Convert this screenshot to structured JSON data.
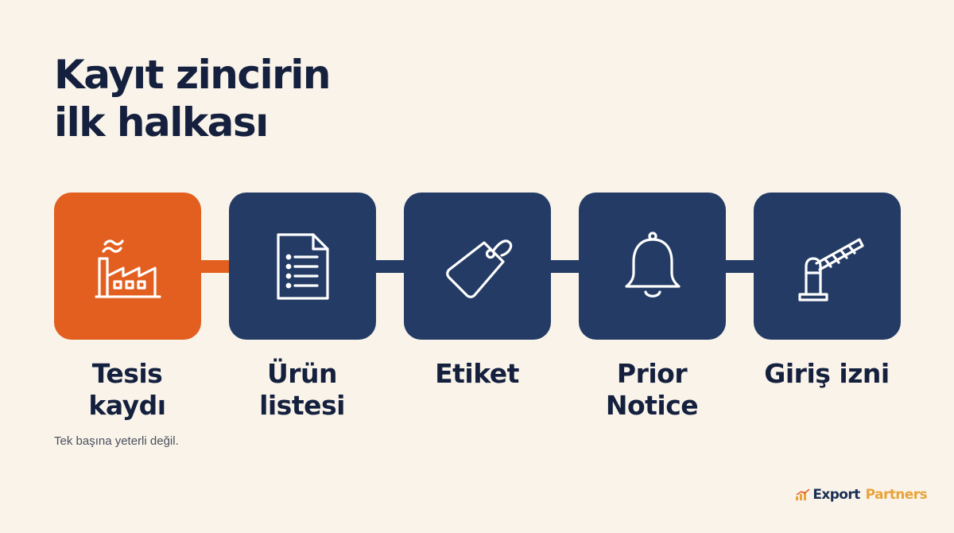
{
  "title": {
    "line1": "Kayıt zincirin",
    "line2": "ilk halkası"
  },
  "colors": {
    "background": "#f9f3ea",
    "accent_orange": "#e35f1f",
    "navy": "#243c65",
    "text_dark": "#14203d",
    "brand_gold": "#e8a33a"
  },
  "steps": [
    {
      "icon": "factory-icon",
      "label_line1": "Tesis",
      "label_line2": "kaydı",
      "highlighted": true
    },
    {
      "icon": "document-list-icon",
      "label_line1": "Ürün",
      "label_line2": "listesi",
      "highlighted": false
    },
    {
      "icon": "tag-icon",
      "label_line1": "Etiket",
      "label_line2": "",
      "highlighted": false
    },
    {
      "icon": "bell-icon",
      "label_line1": "Prior",
      "label_line2": "Notice",
      "highlighted": false
    },
    {
      "icon": "barrier-gate-icon",
      "label_line1": "Giriş izni",
      "label_line2": "",
      "highlighted": false
    }
  ],
  "caption": "Tek başına yeterli değil.",
  "brand": {
    "part1": "Export",
    "part2": "Partners",
    "icon": "bar-chart-logo-icon"
  }
}
